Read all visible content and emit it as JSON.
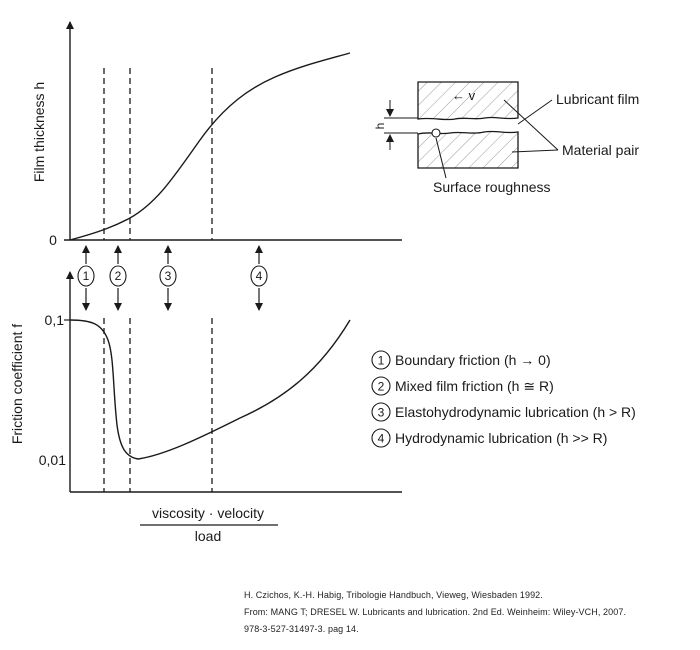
{
  "top_chart": {
    "ylabel": "Film thickness h",
    "zero_label": "0"
  },
  "bottom_chart": {
    "ylabel": "Friction coefficient f",
    "tick_high": "0,1",
    "tick_low": "0,01"
  },
  "xaxis": {
    "numerator": "viscosity · velocity",
    "denominator": "load"
  },
  "regime_markers": [
    "1",
    "2",
    "3",
    "4"
  ],
  "inset": {
    "velocity_label": "← v",
    "h_label": "h",
    "lubricant_film": "Lubricant film",
    "material_pair": "Material pair",
    "surface_roughness": "Surface roughness"
  },
  "legend": [
    {
      "num": "1",
      "text": "Boundary friction (h → 0)"
    },
    {
      "num": "2",
      "text": "Mixed film friction (h ≅ R)"
    },
    {
      "num": "3",
      "text": "Elastohydrodynamic lubrication (h > R)"
    },
    {
      "num": "4",
      "text": "Hydrodynamic lubrication (h >> R)"
    }
  ],
  "caption": {
    "line1": "H. Czichos, K.-H. Habig, Tribologie Handbuch, Vieweg, Wiesbaden 1992.",
    "line2": "From: MANG T; DRESEL W. Lubricants and lubrication. 2nd Ed. Weinheim: Wiley-VCH, 2007.",
    "line3": "978-3-527-31497-3. pag 14."
  }
}
